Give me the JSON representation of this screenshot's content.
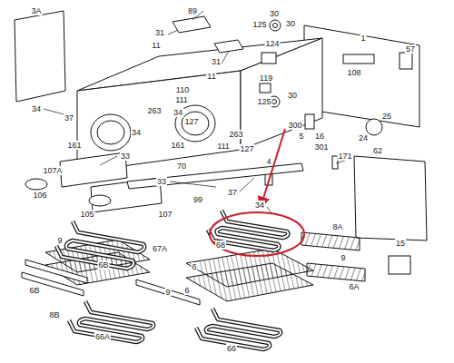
{
  "diagram": {
    "labels": [
      "3A",
      "89",
      "31",
      "11",
      "30",
      "125",
      "30",
      "1",
      "57",
      "124",
      "31",
      "11",
      "108",
      "119",
      "110",
      "111",
      "263",
      "34",
      "127",
      "125",
      "30",
      "300",
      "5",
      "16",
      "301",
      "25",
      "24",
      "62",
      "34",
      "37",
      "161",
      "34",
      "161",
      "263",
      "111",
      "127",
      "33",
      "70",
      "4",
      "171",
      "107A",
      "33",
      "37",
      "106",
      "105",
      "107",
      "99",
      "34",
      "68",
      "8A",
      "15",
      "9",
      "67A",
      "9",
      "6B",
      "6",
      "6A",
      "6B",
      "9",
      "6",
      "8B",
      "66A",
      "66"
    ]
  }
}
